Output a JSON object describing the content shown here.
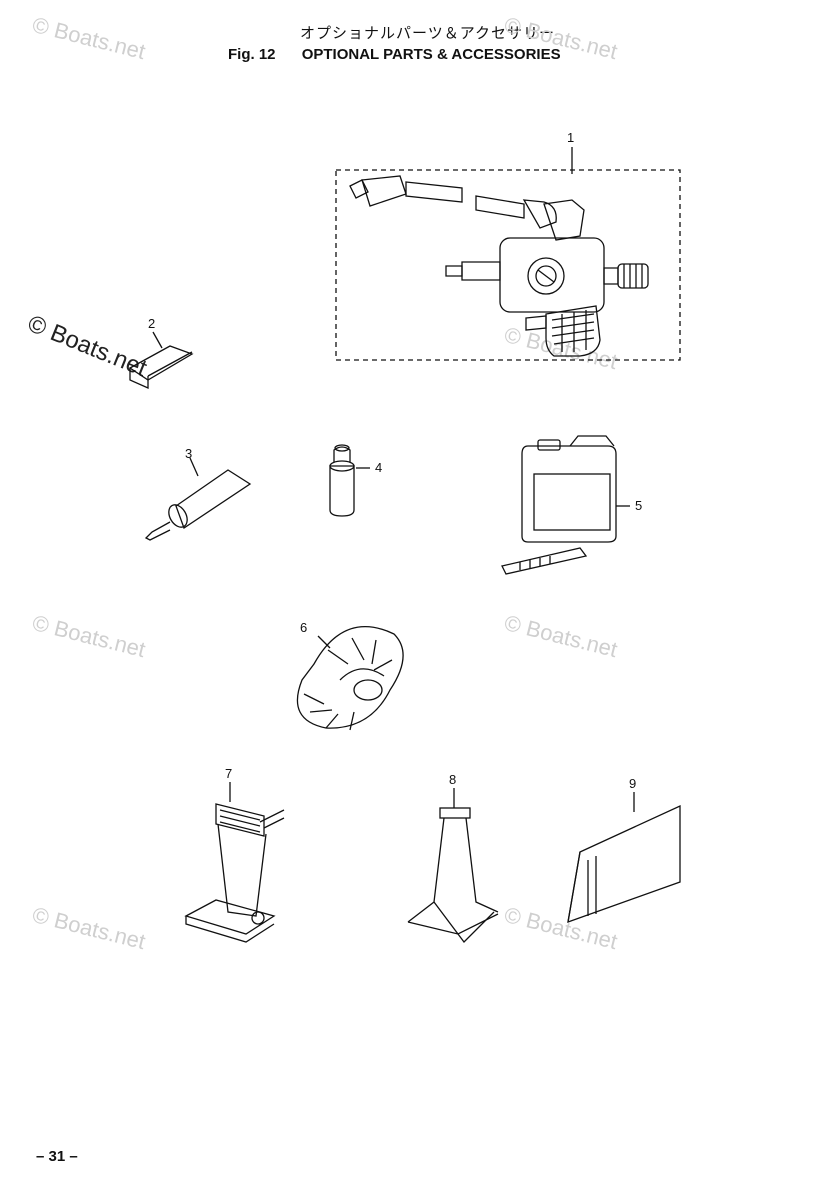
{
  "header": {
    "title_jp": "オプショナルパーツ＆アクセサリー",
    "fig_label": "Fig. 12",
    "title_en": "OPTIONAL PARTS & ACCESSORIES"
  },
  "watermark": {
    "text": "© Boats.net"
  },
  "callouts": [
    "1",
    "2",
    "3",
    "4",
    "5",
    "6",
    "7",
    "8",
    "9"
  ],
  "footer": {
    "page_number": "– 31 –"
  }
}
